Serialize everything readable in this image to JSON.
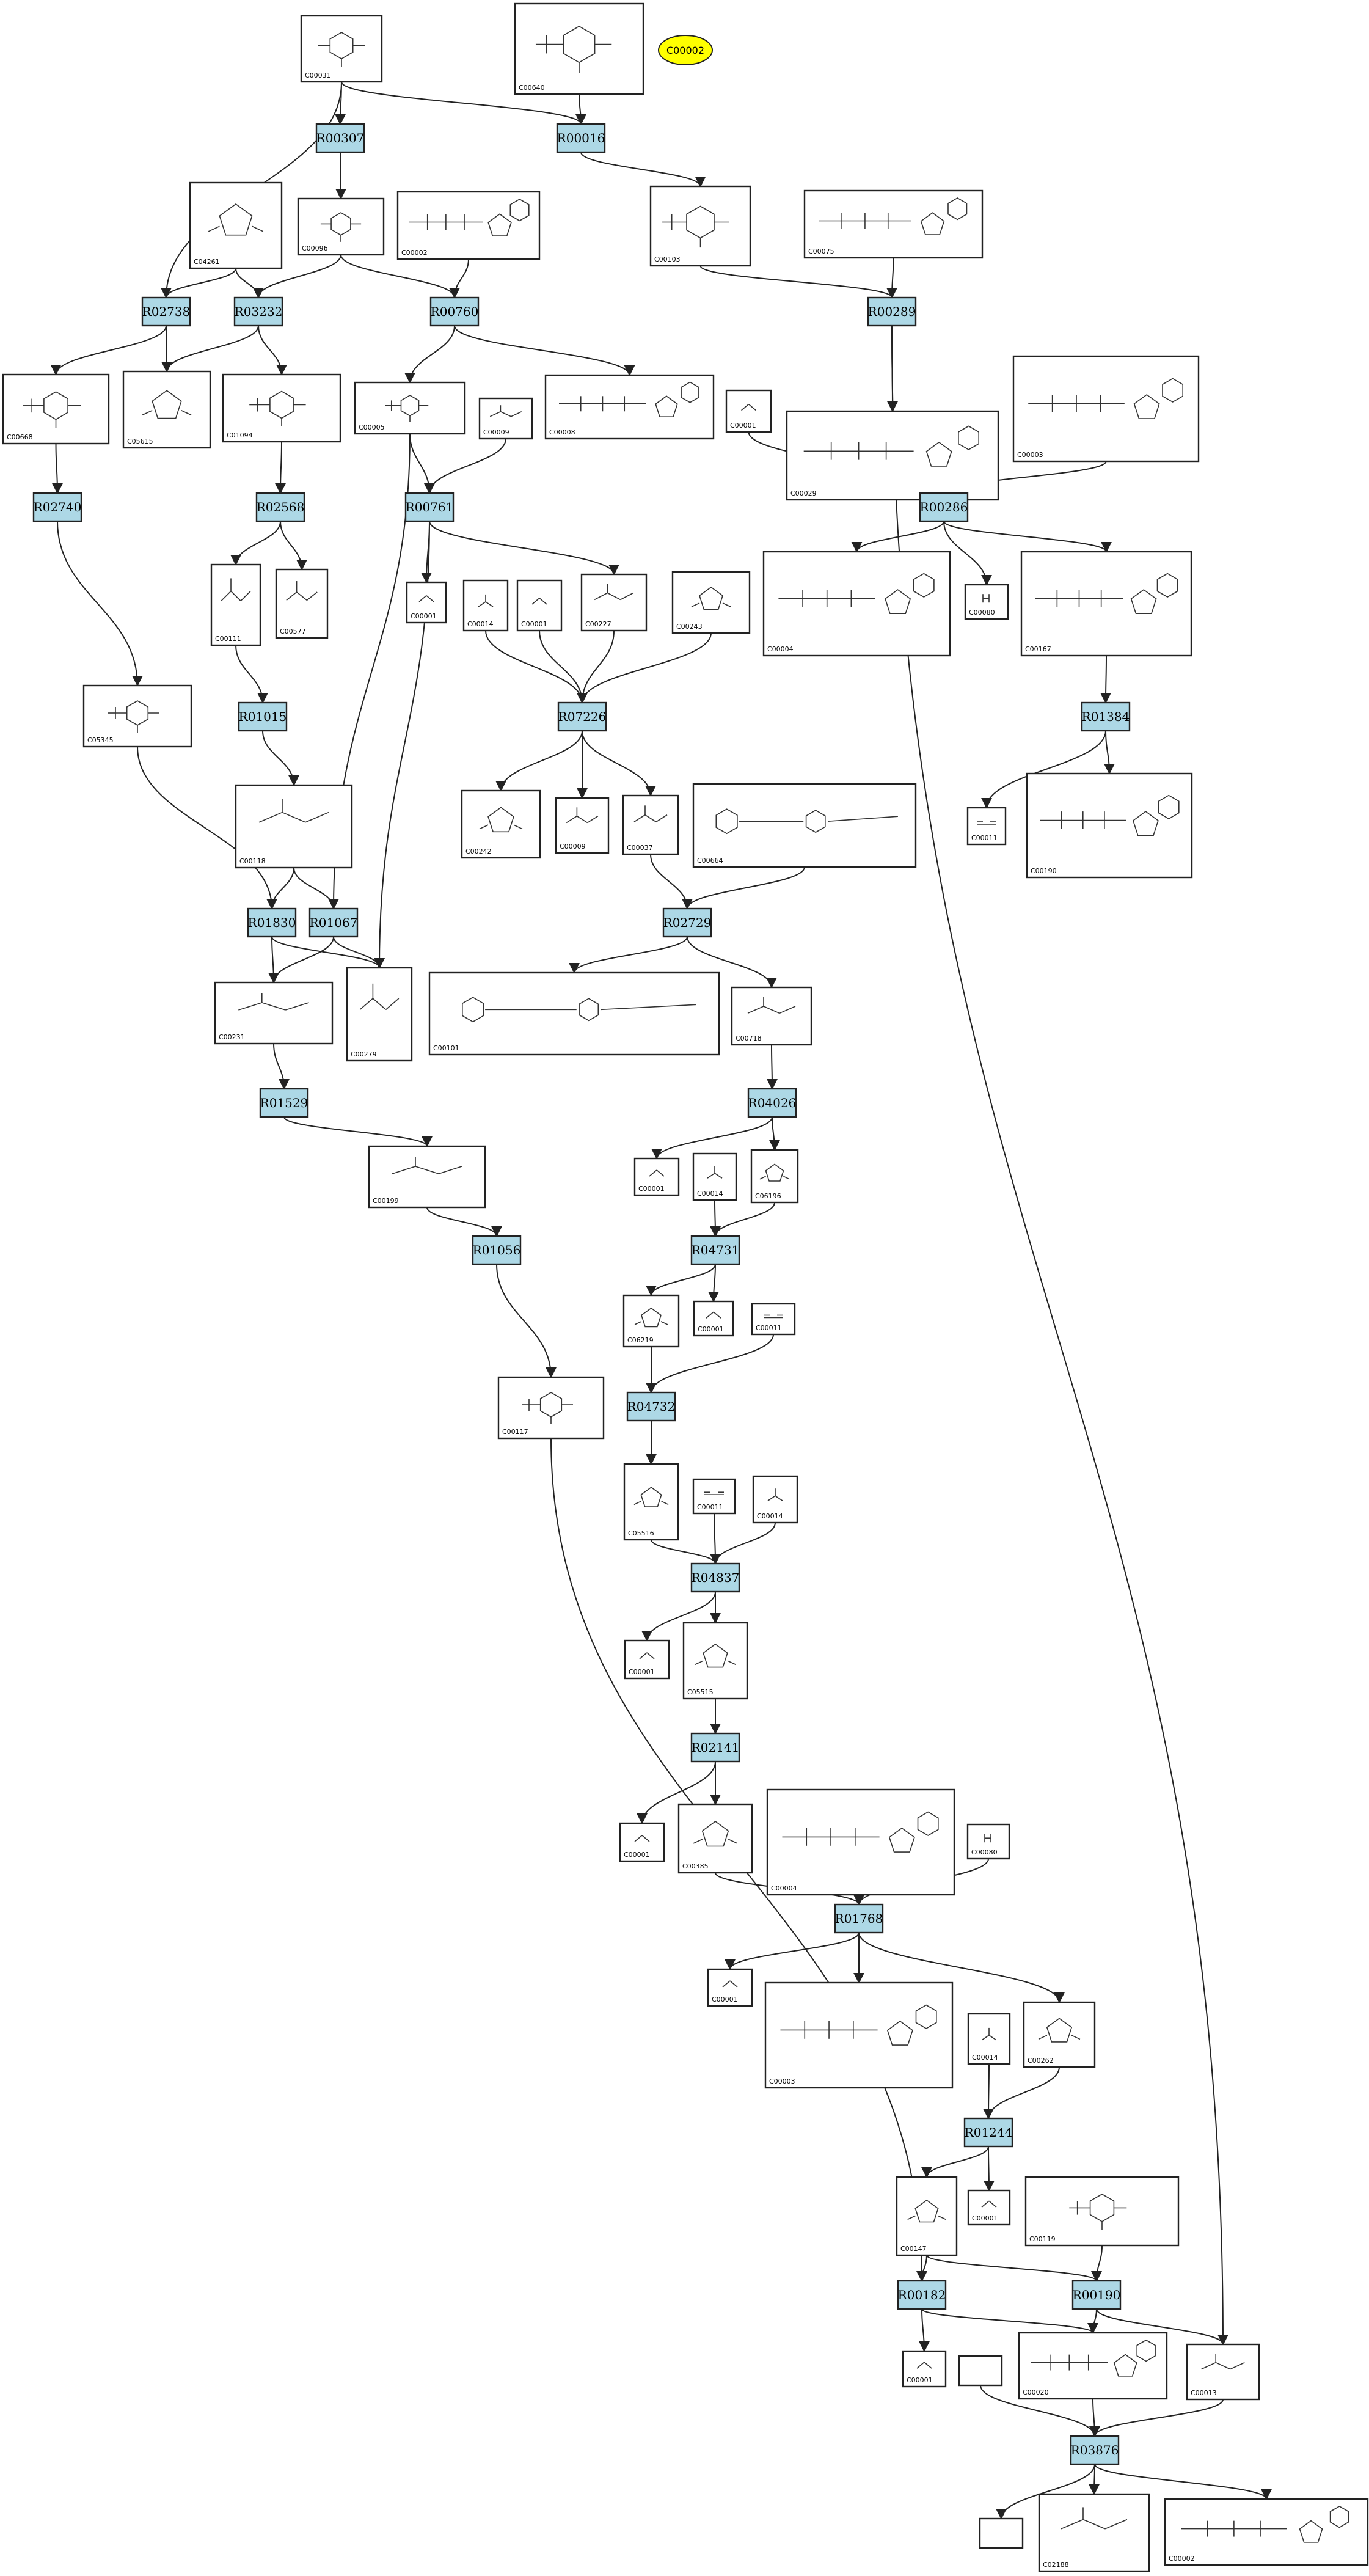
{
  "highlight": {
    "label": "C00002",
    "color": "#ffff00"
  },
  "reactions": [
    {
      "id": "R00307",
      "label": "R00307"
    },
    {
      "id": "R00016",
      "label": "R00016"
    },
    {
      "id": "R02738",
      "label": "R02738"
    },
    {
      "id": "R03232",
      "label": "R03232"
    },
    {
      "id": "R00760",
      "label": "R00760"
    },
    {
      "id": "R00289",
      "label": "R00289"
    },
    {
      "id": "R02740",
      "label": "R02740"
    },
    {
      "id": "R02568",
      "label": "R02568"
    },
    {
      "id": "R00761",
      "label": "R00761"
    },
    {
      "id": "R00286",
      "label": "R00286"
    },
    {
      "id": "R07226",
      "label": "R07226"
    },
    {
      "id": "R01015",
      "label": "R01015"
    },
    {
      "id": "R01384",
      "label": "R01384"
    },
    {
      "id": "R01830",
      "label": "R01830"
    },
    {
      "id": "R01067",
      "label": "R01067"
    },
    {
      "id": "R02729",
      "label": "R02729"
    },
    {
      "id": "R01529",
      "label": "R01529"
    },
    {
      "id": "R04026",
      "label": "R04026"
    },
    {
      "id": "R01056",
      "label": "R01056"
    },
    {
      "id": "R04731",
      "label": "R04731"
    },
    {
      "id": "R04732",
      "label": "R04732"
    },
    {
      "id": "R04837",
      "label": "R04837"
    },
    {
      "id": "R02141",
      "label": "R02141"
    },
    {
      "id": "R01768",
      "label": "R01768"
    },
    {
      "id": "R01244",
      "label": "R01244"
    },
    {
      "id": "R00182",
      "label": "R00182"
    },
    {
      "id": "R00190",
      "label": "R00190"
    },
    {
      "id": "R03876",
      "label": "R03876"
    }
  ],
  "compounds": [
    {
      "id": "c-C00031",
      "label": "C00031",
      "mol": "sugar"
    },
    {
      "id": "c-C00640",
      "label": "C00640",
      "mol": "sugarp"
    },
    {
      "id": "c-C04261",
      "label": "C04261",
      "mol": "ring5"
    },
    {
      "id": "c-C00096",
      "label": "C00096",
      "mol": "sugar"
    },
    {
      "id": "c-C00002a",
      "label": "C00002",
      "mol": "nucleotide"
    },
    {
      "id": "c-C00103",
      "label": "C00103",
      "mol": "sugarp"
    },
    {
      "id": "c-C00075",
      "label": "C00075",
      "mol": "nucleotide"
    },
    {
      "id": "c-C00668",
      "label": "C00668",
      "mol": "sugarp"
    },
    {
      "id": "c-C05615",
      "label": "C05615",
      "mol": "ring5"
    },
    {
      "id": "c-C01094",
      "label": "C01094",
      "mol": "sugarp"
    },
    {
      "id": "c-C00005",
      "label": "C00005",
      "mol": "sugarp"
    },
    {
      "id": "c-C00009a",
      "label": "C00009",
      "mol": "small"
    },
    {
      "id": "c-C00008",
      "label": "C00008",
      "mol": "nucleotide"
    },
    {
      "id": "c-C00001a",
      "label": "C00001",
      "mol": "water"
    },
    {
      "id": "c-C00029",
      "label": "C00029",
      "mol": "nucleotide"
    },
    {
      "id": "c-C00003a",
      "label": "C00003",
      "mol": "nucleotide"
    },
    {
      "id": "c-C00111",
      "label": "C00111",
      "mol": "small"
    },
    {
      "id": "c-C00577",
      "label": "C00577",
      "mol": "small"
    },
    {
      "id": "c-C00001b",
      "label": "C00001",
      "mol": "water"
    },
    {
      "id": "c-C00014a",
      "label": "C00014",
      "mol": "ammonia"
    },
    {
      "id": "c-C00001c",
      "label": "C00001",
      "mol": "water"
    },
    {
      "id": "c-C00227",
      "label": "C00227",
      "mol": "small"
    },
    {
      "id": "c-C00243",
      "label": "C00243",
      "mol": "ring5"
    },
    {
      "id": "c-C00004a",
      "label": "C00004",
      "mol": "nucleotide"
    },
    {
      "id": "c-C00080a",
      "label": "C00080",
      "mol": "hplus"
    },
    {
      "id": "c-C00167",
      "label": "C00167",
      "mol": "nucleotide"
    },
    {
      "id": "c-C05345",
      "label": "C05345",
      "mol": "sugarp"
    },
    {
      "id": "c-C00118",
      "label": "C00118",
      "mol": "small"
    },
    {
      "id": "c-C00242",
      "label": "C00242",
      "mol": "ring5"
    },
    {
      "id": "c-C00009b",
      "label": "C00009",
      "mol": "small"
    },
    {
      "id": "c-C00037",
      "label": "C00037",
      "mol": "small"
    },
    {
      "id": "c-C00664",
      "label": "C00664",
      "mol": "long"
    },
    {
      "id": "c-C00011a",
      "label": "C00011",
      "mol": "co2"
    },
    {
      "id": "c-C00190",
      "label": "C00190",
      "mol": "nucleotide"
    },
    {
      "id": "c-C00231",
      "label": "C00231",
      "mol": "small"
    },
    {
      "id": "c-C00279",
      "label": "C00279",
      "mol": "small"
    },
    {
      "id": "c-C00101",
      "label": "C00101",
      "mol": "long"
    },
    {
      "id": "c-C00718",
      "label": "C00718",
      "mol": "small"
    },
    {
      "id": "c-C00199",
      "label": "C00199",
      "mol": "small"
    },
    {
      "id": "c-C00001d",
      "label": "C00001",
      "mol": "water"
    },
    {
      "id": "c-C00014b",
      "label": "C00014",
      "mol": "ammonia"
    },
    {
      "id": "c-C06196",
      "label": "C06196",
      "mol": "ring5"
    },
    {
      "id": "c-C06219",
      "label": "C06219",
      "mol": "ring5"
    },
    {
      "id": "c-C00001e",
      "label": "C00001",
      "mol": "water"
    },
    {
      "id": "c-C00011b",
      "label": "C00011",
      "mol": "co2"
    },
    {
      "id": "c-C00117",
      "label": "C00117",
      "mol": "sugarp"
    },
    {
      "id": "c-C05516",
      "label": "C05516",
      "mol": "ring5"
    },
    {
      "id": "c-C00011c",
      "label": "C00011",
      "mol": "co2"
    },
    {
      "id": "c-C00014c",
      "label": "C00014",
      "mol": "ammonia"
    },
    {
      "id": "c-C00001f",
      "label": "C00001",
      "mol": "water"
    },
    {
      "id": "c-C05515",
      "label": "C05515",
      "mol": "ring5"
    },
    {
      "id": "c-C00001g",
      "label": "C00001",
      "mol": "water"
    },
    {
      "id": "c-C00385",
      "label": "C00385",
      "mol": "ring5"
    },
    {
      "id": "c-C00004b",
      "label": "C00004",
      "mol": "nucleotide"
    },
    {
      "id": "c-C00080b",
      "label": "C00080",
      "mol": "hplus"
    },
    {
      "id": "c-C00001h",
      "label": "C00001",
      "mol": "water"
    },
    {
      "id": "c-C00003b",
      "label": "C00003",
      "mol": "nucleotide"
    },
    {
      "id": "c-C00014d",
      "label": "C00014",
      "mol": "ammonia"
    },
    {
      "id": "c-C00262",
      "label": "C00262",
      "mol": "ring5"
    },
    {
      "id": "c-C00147",
      "label": "C00147",
      "mol": "ring5"
    },
    {
      "id": "c-C00001i",
      "label": "C00001",
      "mol": "water"
    },
    {
      "id": "c-C00119",
      "label": "C00119",
      "mol": "sugarp"
    },
    {
      "id": "c-C00001j",
      "label": "C00001",
      "mol": "water"
    },
    {
      "id": "c-C00020",
      "label": "C00020",
      "mol": "nucleotide"
    },
    {
      "id": "c-C00013",
      "label": "C00013",
      "mol": "small"
    },
    {
      "id": "c-empty1",
      "label": "",
      "mol": "none"
    },
    {
      "id": "c-empty2",
      "label": "",
      "mol": "none"
    },
    {
      "id": "c-C02188",
      "label": "C02188",
      "mol": "small"
    },
    {
      "id": "c-C00002b",
      "label": "C00002",
      "mol": "nucleotide"
    }
  ],
  "edges": [
    [
      "c-C00031",
      "R00307"
    ],
    [
      "c-C00031",
      "R00016"
    ],
    [
      "c-C00031",
      "R02738"
    ],
    [
      "c-C00640",
      "R00016"
    ],
    [
      "R00307",
      "c-C00096"
    ],
    [
      "R00016",
      "c-C00103"
    ],
    [
      "c-C04261",
      "R02738"
    ],
    [
      "c-C04261",
      "R03232"
    ],
    [
      "c-C00096",
      "R03232"
    ],
    [
      "c-C00096",
      "R00760"
    ],
    [
      "c-C00002a",
      "R00760"
    ],
    [
      "c-C00103",
      "R00289"
    ],
    [
      "c-C00075",
      "R00289"
    ],
    [
      "R02738",
      "c-C00668"
    ],
    [
      "R02738",
      "c-C05615"
    ],
    [
      "R03232",
      "c-C05615"
    ],
    [
      "R03232",
      "c-C01094"
    ],
    [
      "R00760",
      "c-C00005"
    ],
    [
      "R00760",
      "c-C00008"
    ],
    [
      "R00289",
      "c-C00029"
    ],
    [
      "R00289",
      "c-C00013"
    ],
    [
      "c-C00668",
      "R02740"
    ],
    [
      "c-C01094",
      "R02568"
    ],
    [
      "c-C00005",
      "R00761"
    ],
    [
      "c-C00009a",
      "R00761"
    ],
    [
      "c-C00001a",
      "R00286"
    ],
    [
      "c-C00029",
      "R00286"
    ],
    [
      "c-C00003a",
      "R00286"
    ],
    [
      "R02568",
      "c-C00111"
    ],
    [
      "R02568",
      "c-C00577"
    ],
    [
      "R00761",
      "c-C00001b"
    ],
    [
      "R00761",
      "c-C00227"
    ],
    [
      "R00761",
      "c-C00279"
    ],
    [
      "c-C00005",
      "R01067"
    ],
    [
      "R00286",
      "c-C00004a"
    ],
    [
      "R00286",
      "c-C00080a"
    ],
    [
      "R00286",
      "c-C00167"
    ],
    [
      "R02740",
      "c-C05345"
    ],
    [
      "c-C00111",
      "R01015"
    ],
    [
      "c-C00014a",
      "R07226"
    ],
    [
      "c-C00001c",
      "R07226"
    ],
    [
      "c-C00227",
      "R07226"
    ],
    [
      "c-C00243",
      "R07226"
    ],
    [
      "c-C00167",
      "R01384"
    ],
    [
      "R01015",
      "c-C00118"
    ],
    [
      "R07226",
      "c-C00242"
    ],
    [
      "R07226",
      "c-C00009b"
    ],
    [
      "R07226",
      "c-C00037"
    ],
    [
      "R01384",
      "c-C00011a"
    ],
    [
      "R01384",
      "c-C00190"
    ],
    [
      "c-C05345",
      "R01830"
    ],
    [
      "c-C00118",
      "R01830"
    ],
    [
      "c-C00118",
      "R01067"
    ],
    [
      "c-C00037",
      "R02729"
    ],
    [
      "c-C00664",
      "R02729"
    ],
    [
      "R01830",
      "c-C00231"
    ],
    [
      "R01830",
      "c-C00279"
    ],
    [
      "R01067",
      "c-C00231"
    ],
    [
      "R01067",
      "c-C00279"
    ],
    [
      "R02729",
      "c-C00101"
    ],
    [
      "R02729",
      "c-C00718"
    ],
    [
      "c-C00231",
      "R01529"
    ],
    [
      "c-C00718",
      "R04026"
    ],
    [
      "R01529",
      "c-C00199"
    ],
    [
      "R04026",
      "c-C00001d"
    ],
    [
      "R04026",
      "c-C06196"
    ],
    [
      "c-C00014b",
      "R04731"
    ],
    [
      "c-C06196",
      "R04731"
    ],
    [
      "c-C00199",
      "R01056"
    ],
    [
      "R04731",
      "c-C06219"
    ],
    [
      "R04731",
      "c-C00001e"
    ],
    [
      "c-C06219",
      "R04732"
    ],
    [
      "c-C00011b",
      "R04732"
    ],
    [
      "R01056",
      "c-C00117"
    ],
    [
      "R04732",
      "c-C05516"
    ],
    [
      "c-C05516",
      "R04837"
    ],
    [
      "c-C00011c",
      "R04837"
    ],
    [
      "c-C00014c",
      "R04837"
    ],
    [
      "R04837",
      "c-C00001f"
    ],
    [
      "R04837",
      "c-C05515"
    ],
    [
      "c-C05515",
      "R02141"
    ],
    [
      "R02141",
      "c-C00001g"
    ],
    [
      "R02141",
      "c-C00385"
    ],
    [
      "c-C00385",
      "R01768"
    ],
    [
      "c-C00004b",
      "R01768"
    ],
    [
      "c-C00080b",
      "R01768"
    ],
    [
      "R01768",
      "c-C00001h"
    ],
    [
      "R01768",
      "c-C00003b"
    ],
    [
      "R01768",
      "c-C00262"
    ],
    [
      "c-C00014d",
      "R01244"
    ],
    [
      "c-C00262",
      "R01244"
    ],
    [
      "R01244",
      "c-C00147"
    ],
    [
      "R01244",
      "c-C00001i"
    ],
    [
      "c-C00147",
      "R00182"
    ],
    [
      "c-C00117",
      "R00182"
    ],
    [
      "c-C00147",
      "R00190"
    ],
    [
      "c-C00119",
      "R00190"
    ],
    [
      "R00182",
      "c-C00001j"
    ],
    [
      "R00182",
      "c-C00020"
    ],
    [
      "R00190",
      "c-C00020"
    ],
    [
      "R00190",
      "c-C00013"
    ],
    [
      "c-empty1",
      "R03876"
    ],
    [
      "c-C00020",
      "R03876"
    ],
    [
      "c-C00013",
      "R03876"
    ],
    [
      "R03876",
      "c-empty2"
    ],
    [
      "R03876",
      "c-C02188"
    ],
    [
      "R03876",
      "c-C00002b"
    ]
  ]
}
